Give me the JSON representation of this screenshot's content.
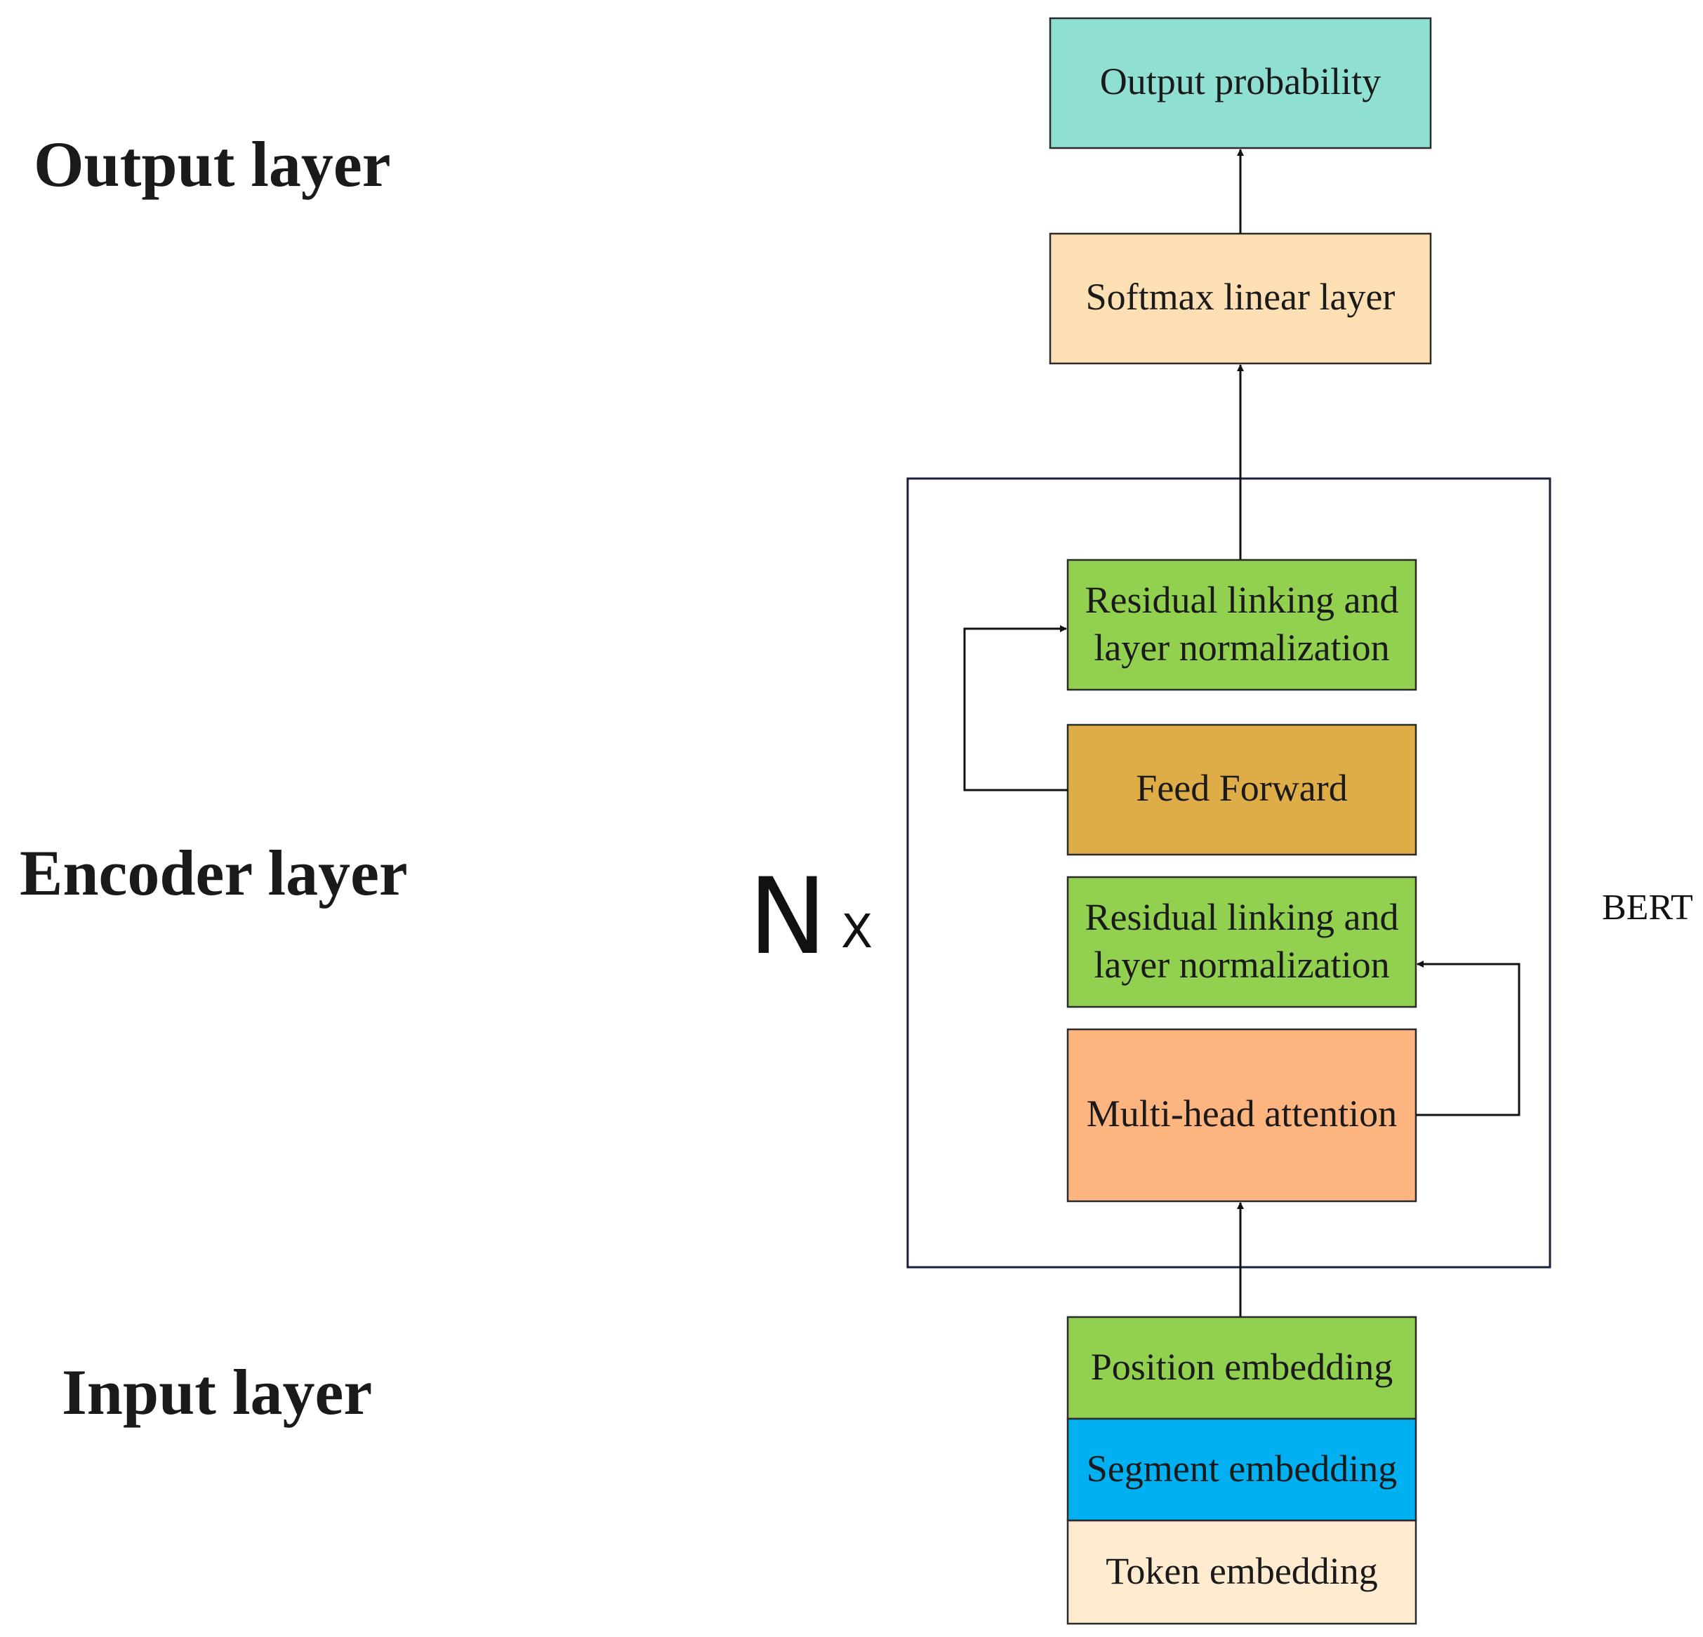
{
  "layers": {
    "output": "Output layer",
    "encoder": "Encoder layer",
    "input": "Input layer"
  },
  "boxes": {
    "output_probability": "Output probability",
    "softmax": "Softmax linear layer",
    "residual_top": [
      "Residual linking and",
      "layer normalization"
    ],
    "feed_forward": "Feed Forward",
    "residual_bottom": [
      "Residual linking and",
      "layer normalization"
    ],
    "multi_head": "Multi-head attention",
    "position": "Position embedding",
    "segment": "Segment embedding",
    "token": "Token embedding"
  },
  "repeat": {
    "n": "N",
    "x": "X"
  },
  "model_name": "BERT",
  "colors": {
    "output_probability": "#8FE0D2",
    "softmax": "#FCE0B4",
    "residual": "#92D050",
    "feed_forward": "#DEAD48",
    "multi_head": "#FDB47E",
    "position": "#92D050",
    "segment": "#00B0F0",
    "token": "#FFEBCF"
  }
}
